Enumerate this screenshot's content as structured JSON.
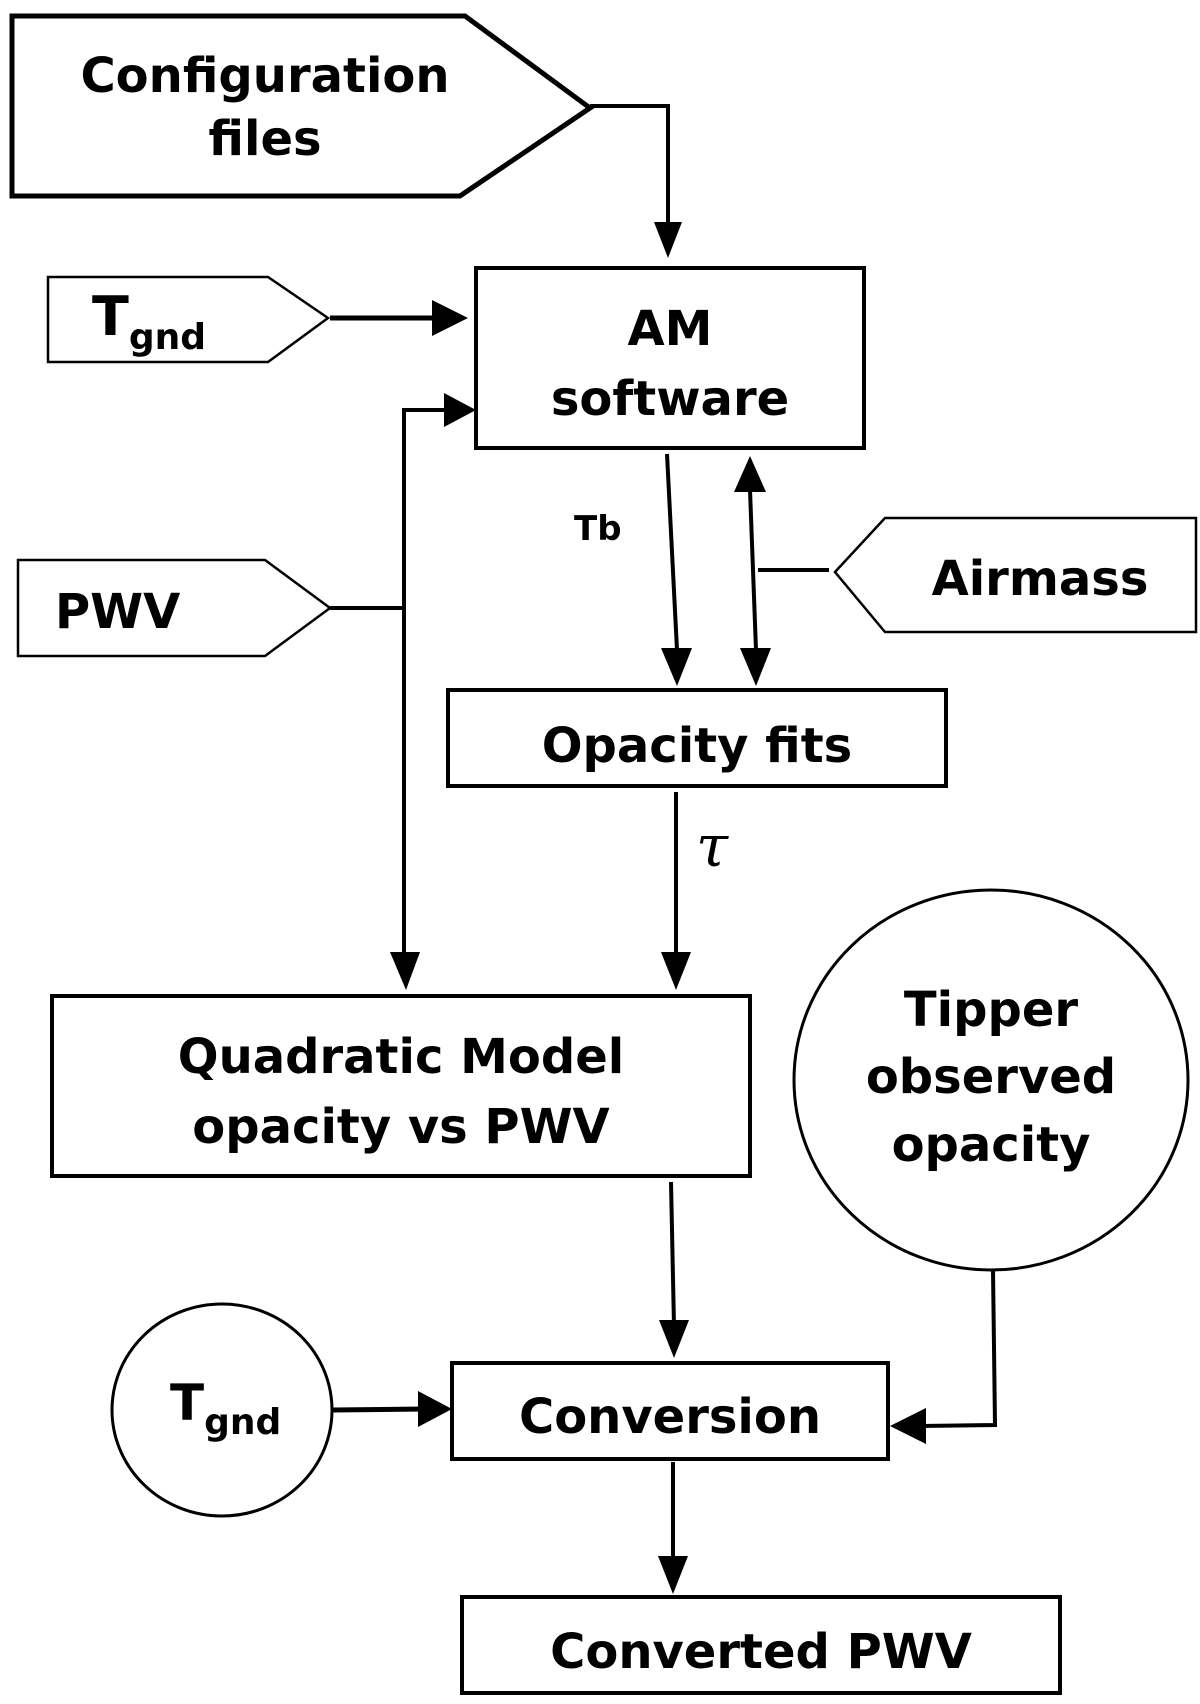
{
  "nodes": {
    "config_files": {
      "line1": "Configuration",
      "line2": "files",
      "shape": "pentagon-tag"
    },
    "tgnd_input": {
      "main": "T",
      "sub": "gnd",
      "shape": "pentagon-tag"
    },
    "pwv_input": {
      "label": "PWV",
      "shape": "pentagon-tag"
    },
    "am_software": {
      "line1": "AM",
      "line2": "software",
      "shape": "rectangle"
    },
    "airmass_input": {
      "label": "Airmass",
      "shape": "pentagon-tag-left"
    },
    "opacity_fits": {
      "label": "Opacity fits",
      "shape": "rectangle"
    },
    "quadratic_model": {
      "line1": "Quadratic Model",
      "line2": "opacity vs PWV",
      "shape": "rectangle"
    },
    "tipper": {
      "line1": "Tipper",
      "line2": "observed",
      "line3": "opacity",
      "shape": "ellipse"
    },
    "tgnd_circle": {
      "main": "T",
      "sub": "gnd",
      "shape": "ellipse"
    },
    "conversion": {
      "label": "Conversion",
      "shape": "rectangle"
    },
    "converted_pwv": {
      "label": "Converted PWV",
      "shape": "rectangle"
    }
  },
  "edge_labels": {
    "tb": "Tb",
    "tau": "τ"
  },
  "edges": [
    {
      "from": "config_files",
      "to": "am_software"
    },
    {
      "from": "tgnd_input",
      "to": "am_software"
    },
    {
      "from": "pwv_input",
      "to": "am_software"
    },
    {
      "from": "pwv_input",
      "to": "quadratic_model"
    },
    {
      "from": "am_software",
      "to": "opacity_fits",
      "label": "Tb"
    },
    {
      "from": "airmass_input",
      "to": "am_software"
    },
    {
      "from": "airmass_input",
      "to": "opacity_fits"
    },
    {
      "from": "opacity_fits",
      "to": "quadratic_model",
      "label": "τ"
    },
    {
      "from": "quadratic_model",
      "to": "conversion"
    },
    {
      "from": "tgnd_circle",
      "to": "conversion"
    },
    {
      "from": "tipper",
      "to": "conversion"
    },
    {
      "from": "conversion",
      "to": "converted_pwv"
    }
  ]
}
